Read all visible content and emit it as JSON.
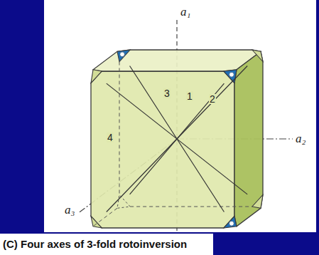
{
  "diagram": {
    "caption": "(C) Four axes of 3-fold rotoinversion",
    "labels": [
      "a₁",
      "a₂",
      "a₃",
      "1",
      "2",
      "3",
      "4"
    ]
  }
}
